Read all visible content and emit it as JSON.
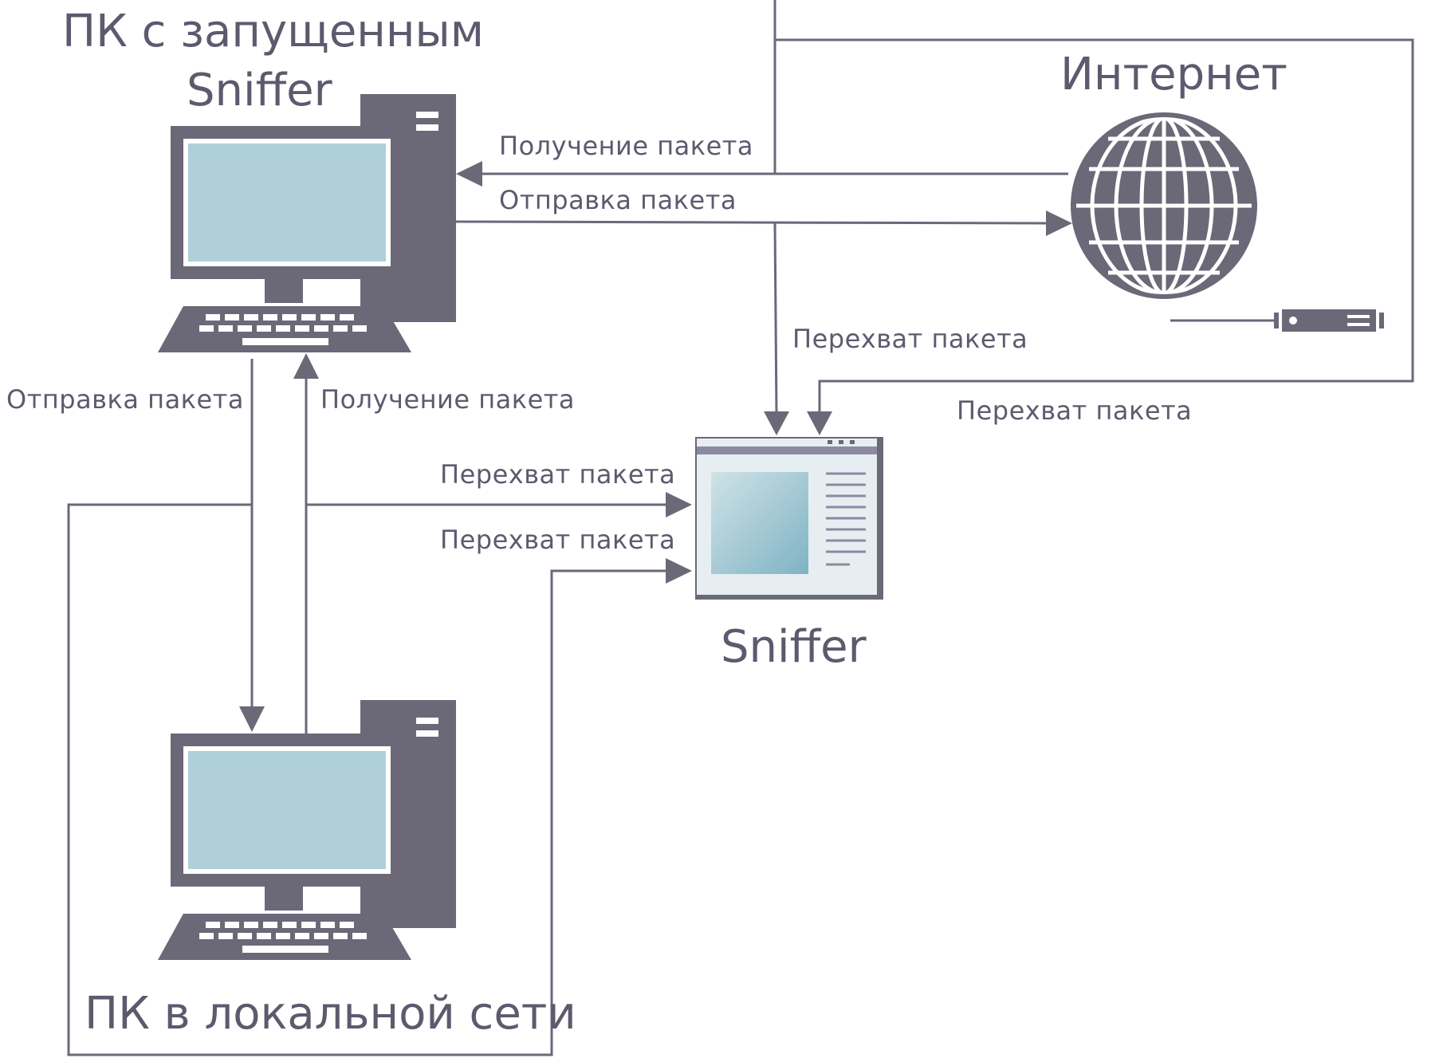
{
  "nodes": {
    "sniffer_pc": {
      "title_line1": "ПК с запущенным",
      "title_line2": "Sniffer"
    },
    "internet": {
      "title": "Интернет"
    },
    "sniffer_app": {
      "title": "Sniffer"
    },
    "local_pc": {
      "title": "ПК в локальной сети"
    }
  },
  "edges": {
    "internet_to_pc": "Получение пакета",
    "pc_to_internet": "Отправка пакета",
    "intercept_main_line": "Перехват пакета",
    "intercept_outer_loop": "Перехват пакета",
    "local_send": "Отправка пакета",
    "local_receive": "Получение пакета",
    "intercept_local_1": "Перехват пакета",
    "intercept_local_2": "Перехват пакета"
  },
  "colors": {
    "device": "#6b6878",
    "screen": "#afd0d8",
    "text": "#5d5a6e"
  }
}
